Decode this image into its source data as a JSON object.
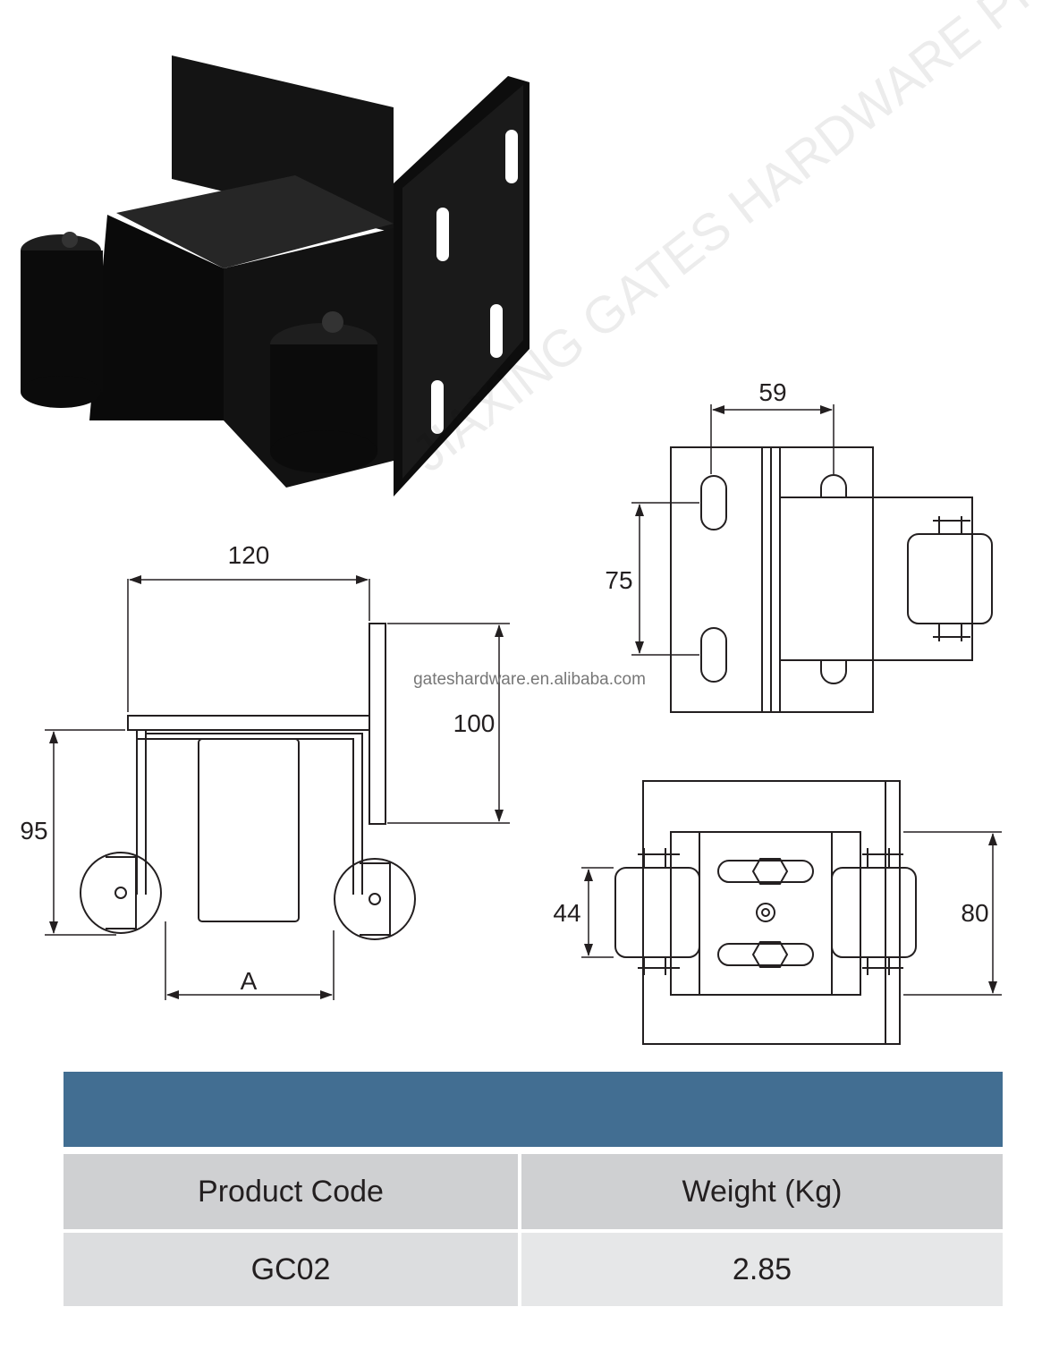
{
  "watermarks": {
    "company": "JIAXING GATES HARDWARE PRODUCTS CO., LTD.",
    "website": "gateshardware.en.alibaba.com"
  },
  "dimensions": {
    "side_width": "120",
    "side_plate_height": "100",
    "side_height": "95",
    "side_roller_spacing": "A",
    "front_slot_spacing": "59",
    "front_slot_pitch": "75",
    "top_roller_width": "44",
    "top_plate_width": "80"
  },
  "colors": {
    "band": "#426e92",
    "header": "#cfd0d2",
    "row": "#dcdddf",
    "line": "#231f20"
  },
  "table": {
    "headers": [
      "Product Code",
      "Weight (Kg)"
    ],
    "rows": [
      [
        "GC02",
        "2.85"
      ]
    ]
  }
}
